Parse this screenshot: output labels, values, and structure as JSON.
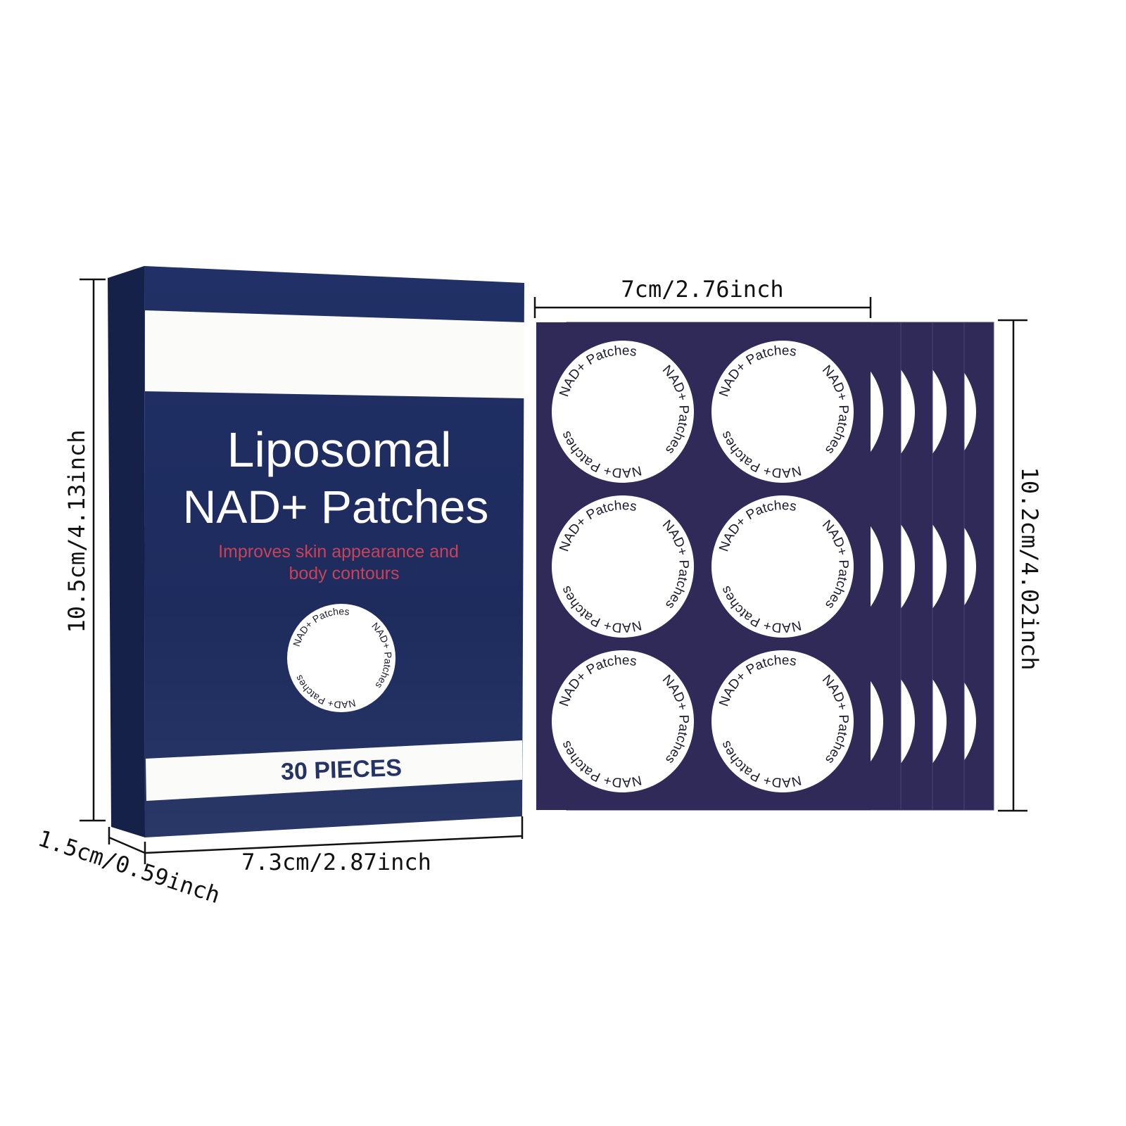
{
  "product": {
    "title_line1": "Liposomal",
    "title_line2": "NAD+ Patches",
    "subtitle_line1": "Improves skin appearance and",
    "subtitle_line2": "body contours",
    "count_label": "30 PIECES",
    "patch_ring_text": "NAD+ Patches"
  },
  "dimensions": {
    "box_height": "10.5cm/4.13inch",
    "box_width": "7.3cm/2.87inch",
    "box_depth": "1.5cm/0.59inch",
    "sheet_width": "7cm/2.76inch",
    "sheet_height": "10.2cm/4.02inch"
  },
  "colors": {
    "box_navy": "#1f2c5e",
    "box_side": "#16214a",
    "sheet_purple": "#2f2a58",
    "subtitle_red": "#c8435a",
    "count_navy": "#253464"
  }
}
